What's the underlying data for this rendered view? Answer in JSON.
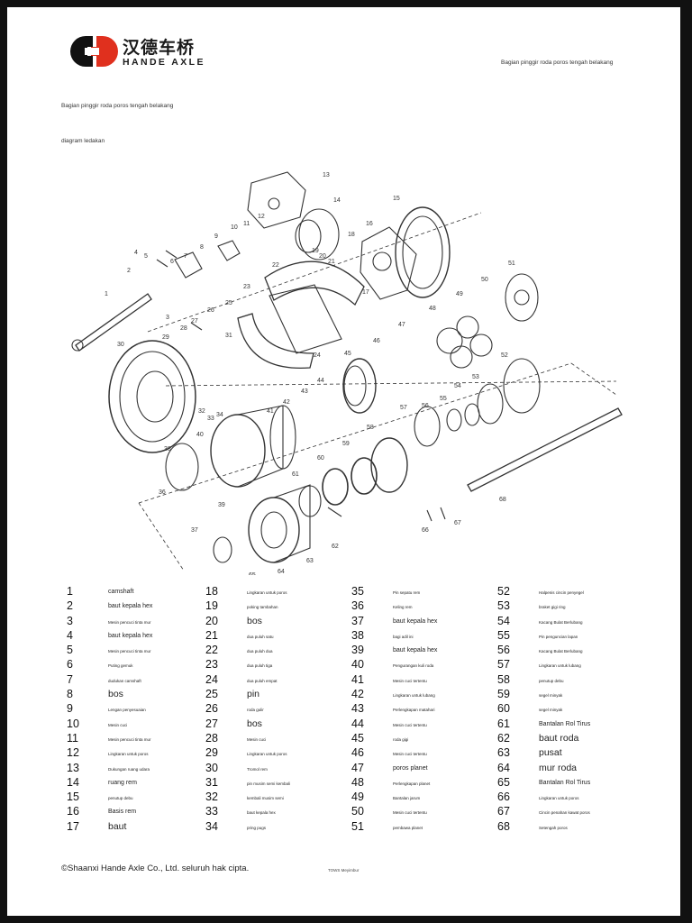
{
  "header": {
    "brand_cn": "汉德车桥",
    "brand_en": "HANDE AXLE",
    "right_title": "Bagian pinggir roda poros tengah belakang"
  },
  "subtitle": "Bagian pinggir roda poros tengah belakang",
  "diagram_label": "diagram ledakan",
  "parts": [
    {
      "n": "1",
      "label": "camshaft",
      "size": "m"
    },
    {
      "n": "2",
      "label": "baut kepala hex",
      "size": "m"
    },
    {
      "n": "3",
      "label": "Mesin pencuci tinta mur",
      "size": "s"
    },
    {
      "n": "4",
      "label": "baut kepala hex",
      "size": "m"
    },
    {
      "n": "5",
      "label": "Mesin pencuci tinta mur",
      "size": "s"
    },
    {
      "n": "6",
      "label": "Puting gemuk",
      "size": "s"
    },
    {
      "n": "7",
      "label": "dudukan camshaft",
      "size": "s"
    },
    {
      "n": "8",
      "label": "bos",
      "size": "l"
    },
    {
      "n": "9",
      "label": "Lengan penyesuaian",
      "size": "s"
    },
    {
      "n": "10",
      "label": "Mesin cuci",
      "size": "s"
    },
    {
      "n": "11",
      "label": "Mesin pencuci tinta mur",
      "size": "s"
    },
    {
      "n": "12",
      "label": "Lingkaran untuk poros",
      "size": "s"
    },
    {
      "n": "13",
      "label": "Dukungan ruang udara",
      "size": "s"
    },
    {
      "n": "14",
      "label": "ruang rem",
      "size": "m"
    },
    {
      "n": "15",
      "label": "penutup debu",
      "size": "s"
    },
    {
      "n": "16",
      "label": "Basis rem",
      "size": "m"
    },
    {
      "n": "17",
      "label": "baut",
      "size": "l"
    },
    {
      "n": "18",
      "label": "Lingkaran untuk poros",
      "size": "s"
    },
    {
      "n": "19",
      "label": "poking tambahan",
      "size": "s"
    },
    {
      "n": "20",
      "label": "bos",
      "size": "l"
    },
    {
      "n": "21",
      "label": "dua puluh satu",
      "size": "s"
    },
    {
      "n": "22",
      "label": "dua puluh dua",
      "size": "s"
    },
    {
      "n": "23",
      "label": "dua puluh tiga",
      "size": "s"
    },
    {
      "n": "24",
      "label": "dua puluh empat",
      "size": "s"
    },
    {
      "n": "25",
      "label": "pin",
      "size": "l"
    },
    {
      "n": "26",
      "label": "roda gulir",
      "size": "s"
    },
    {
      "n": "27",
      "label": "bos",
      "size": "l"
    },
    {
      "n": "28",
      "label": "Mesin cuci",
      "size": "s"
    },
    {
      "n": "29",
      "label": "Lingkaran untuk poros",
      "size": "s"
    },
    {
      "n": "30",
      "label": "Tromol rem",
      "size": "s"
    },
    {
      "n": "31",
      "label": "pin musim semi kembali",
      "size": "s"
    },
    {
      "n": "32",
      "label": "kembali musim semi",
      "size": "s"
    },
    {
      "n": "33",
      "label": "baut kepala hex",
      "size": "s"
    },
    {
      "n": "34",
      "label": "pring pugs",
      "size": "s"
    },
    {
      "n": "35",
      "label": "Pin sepatu rem",
      "size": "s"
    },
    {
      "n": "36",
      "label": "Keling rem",
      "size": "s"
    },
    {
      "n": "37",
      "label": "baut kepala hex",
      "size": "m"
    },
    {
      "n": "38",
      "label": "bagi adil ini",
      "size": "s"
    },
    {
      "n": "39",
      "label": "baut kepala hex",
      "size": "m"
    },
    {
      "n": "40",
      "label": "Pengurangan kuli roda",
      "size": "s"
    },
    {
      "n": "41",
      "label": "Mesin cuci tertentu",
      "size": "s"
    },
    {
      "n": "42",
      "label": "Lingkaran untuk lubang",
      "size": "s"
    },
    {
      "n": "43",
      "label": "Perlengkapan matahari",
      "size": "s"
    },
    {
      "n": "44",
      "label": "Mesin cuci tertentu",
      "size": "s"
    },
    {
      "n": "45",
      "label": "roda gigi",
      "size": "s"
    },
    {
      "n": "46",
      "label": "Mesin cuci tertentu",
      "size": "s"
    },
    {
      "n": "47",
      "label": "poros planet",
      "size": "m"
    },
    {
      "n": "48",
      "label": "Perlengkapan planet",
      "size": "s"
    },
    {
      "n": "49",
      "label": "Bantalan jarum",
      "size": "s"
    },
    {
      "n": "50",
      "label": "Mesin cuci tertentu",
      "size": "s"
    },
    {
      "n": "51",
      "label": "pembawa planet",
      "size": "s"
    },
    {
      "n": "52",
      "label": "Halpenis cincin penyegel",
      "size": "s"
    },
    {
      "n": "53",
      "label": "braket gigi ring",
      "size": "s"
    },
    {
      "n": "54",
      "label": "Kacang Bulat Berlubang",
      "size": "s"
    },
    {
      "n": "55",
      "label": "Pin penguncian lapan",
      "size": "s"
    },
    {
      "n": "56",
      "label": "Kacang Bulat Berlubang",
      "size": "s"
    },
    {
      "n": "57",
      "label": "Lingkaran untuk lubang",
      "size": "s"
    },
    {
      "n": "58",
      "label": "penutup debu",
      "size": "s"
    },
    {
      "n": "59",
      "label": "segel minyak",
      "size": "s"
    },
    {
      "n": "60",
      "label": "segel minyak",
      "size": "s"
    },
    {
      "n": "61",
      "label": "Bantalan Rol Tirus",
      "size": "m"
    },
    {
      "n": "62",
      "label": "baut roda",
      "size": "l"
    },
    {
      "n": "63",
      "label": "pusat",
      "size": "l"
    },
    {
      "n": "64",
      "label": "mur roda",
      "size": "l"
    },
    {
      "n": "65",
      "label": "Bantalan Rol Tirus",
      "size": "m"
    },
    {
      "n": "66",
      "label": "Lingkaran untuk poros",
      "size": "s"
    },
    {
      "n": "67",
      "label": "Cincin penahan kawat poros",
      "size": "s"
    },
    {
      "n": "68",
      "label": "Setengah poros",
      "size": "s"
    }
  ],
  "footer": {
    "copyright": "©Shaanxi Hande Axle Co., Ltd. seluruh hak cipta.",
    "tag": "TOWS Meyimbur"
  },
  "colors": {
    "logo_red": "#e0301e",
    "logo_black": "#111111",
    "ink": "#222222"
  }
}
